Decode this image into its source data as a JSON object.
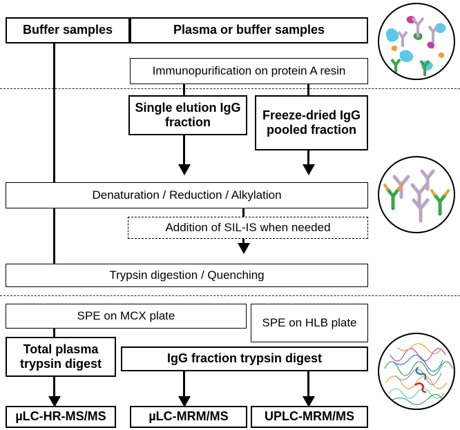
{
  "boxes": {
    "buffer_samples": "Buffer samples",
    "plasma_or_buffer_samples": "Plasma or buffer samples",
    "immunopurification": "Immunopurification on protein A resin",
    "single_elution": "Single elution IgG fraction",
    "freeze_dried": "Freeze-dried IgG pooled fraction",
    "denaturation": "Denaturation / Reduction / Alkylation",
    "addition_sil_is": "Addition of SIL-IS when needed",
    "trypsin_digestion": "Trypsin digestion / Quenching",
    "spe_mcx": "SPE on MCX plate",
    "spe_hlb": "SPE on HLB plate",
    "total_plasma_digest": "Total plasma trypsin digest",
    "igg_fraction_digest": "IgG fraction trypsin digest",
    "ulc_hr_msms": "µLC-HR-MS/MS",
    "ulc_mrm_ms": "µLC-MRM/MS",
    "uplc_mrm_ms": "UPLC-MRM/MS"
  },
  "illustrations": {
    "top": "plasma-proteins-icon",
    "middle": "antibodies-icon",
    "bottom": "peptides-icon"
  },
  "colors": {
    "line": "#000000",
    "antibody": "#b9a6c4",
    "green": "#3aa54a",
    "orange": "#f0a030",
    "cyan": "#5bc8e8",
    "magenta": "#c040a0",
    "red": "#d62020",
    "blue": "#2a7fc0"
  }
}
